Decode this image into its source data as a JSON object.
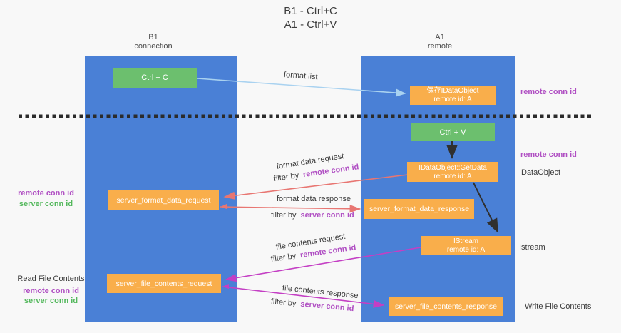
{
  "title": {
    "line1": "B1 - Ctrl+C",
    "line2": "A1 - Ctrl+V"
  },
  "lanes": {
    "left": {
      "title": "B1",
      "subtitle": "connection"
    },
    "right": {
      "title": "A1",
      "subtitle": "remote"
    }
  },
  "nodes": {
    "ctrl_c": {
      "label": "Ctrl + C"
    },
    "save_idataobject": {
      "line1": "保存IDataObject",
      "line2": "remote id: A"
    },
    "ctrl_v": {
      "label": "Ctrl + V"
    },
    "getdata": {
      "line1": "IDataObject::GetData",
      "line2": "remote id: A"
    },
    "server_format_data_request": {
      "label": "server_format_data_request"
    },
    "server_format_data_response": {
      "label": "server_format_data_response"
    },
    "istream": {
      "line1": "IStream",
      "line2": "remote id: A"
    },
    "server_file_contents_request": {
      "label": "server_file_contents_request"
    },
    "server_file_contents_response": {
      "label": "server_file_contents_response"
    }
  },
  "arrow_labels": {
    "format_list": "format list",
    "format_data_request": "format data request",
    "format_data_response": "format data response",
    "file_contents_request": "file contents request",
    "file_contents_response": "file contents response",
    "filter_by": "filter by",
    "remote_conn_id": "remote conn id",
    "server_conn_id": "server conn id"
  },
  "side_labels": {
    "right_remote_conn_id_1": "remote conn id",
    "right_remote_conn_id_2": "remote conn id",
    "dataobject": "DataObject",
    "istream": "Istream",
    "write_file_contents": "Write File Contents",
    "left_remote_conn_id_1": "remote conn id",
    "left_server_conn_id_1": "server conn id",
    "read_file_contents": "Read File Contents",
    "left_remote_conn_id_2": "remote conn id",
    "left_server_conn_id_2": "server conn id"
  },
  "colors": {
    "background": "#f8f8f8",
    "lane_blue": "#4a80d6",
    "box_orange": "#f9ae4b",
    "box_green": "#6cbf6e",
    "label_purple": "#b04fc3",
    "label_green": "#53b85c",
    "arrow_salmon": "#e87672",
    "arrow_magenta": "#c43fc4",
    "arrow_lightblue": "#a9d2f0",
    "arrow_black": "#303030",
    "dashed_line": "#2b2b2b"
  }
}
